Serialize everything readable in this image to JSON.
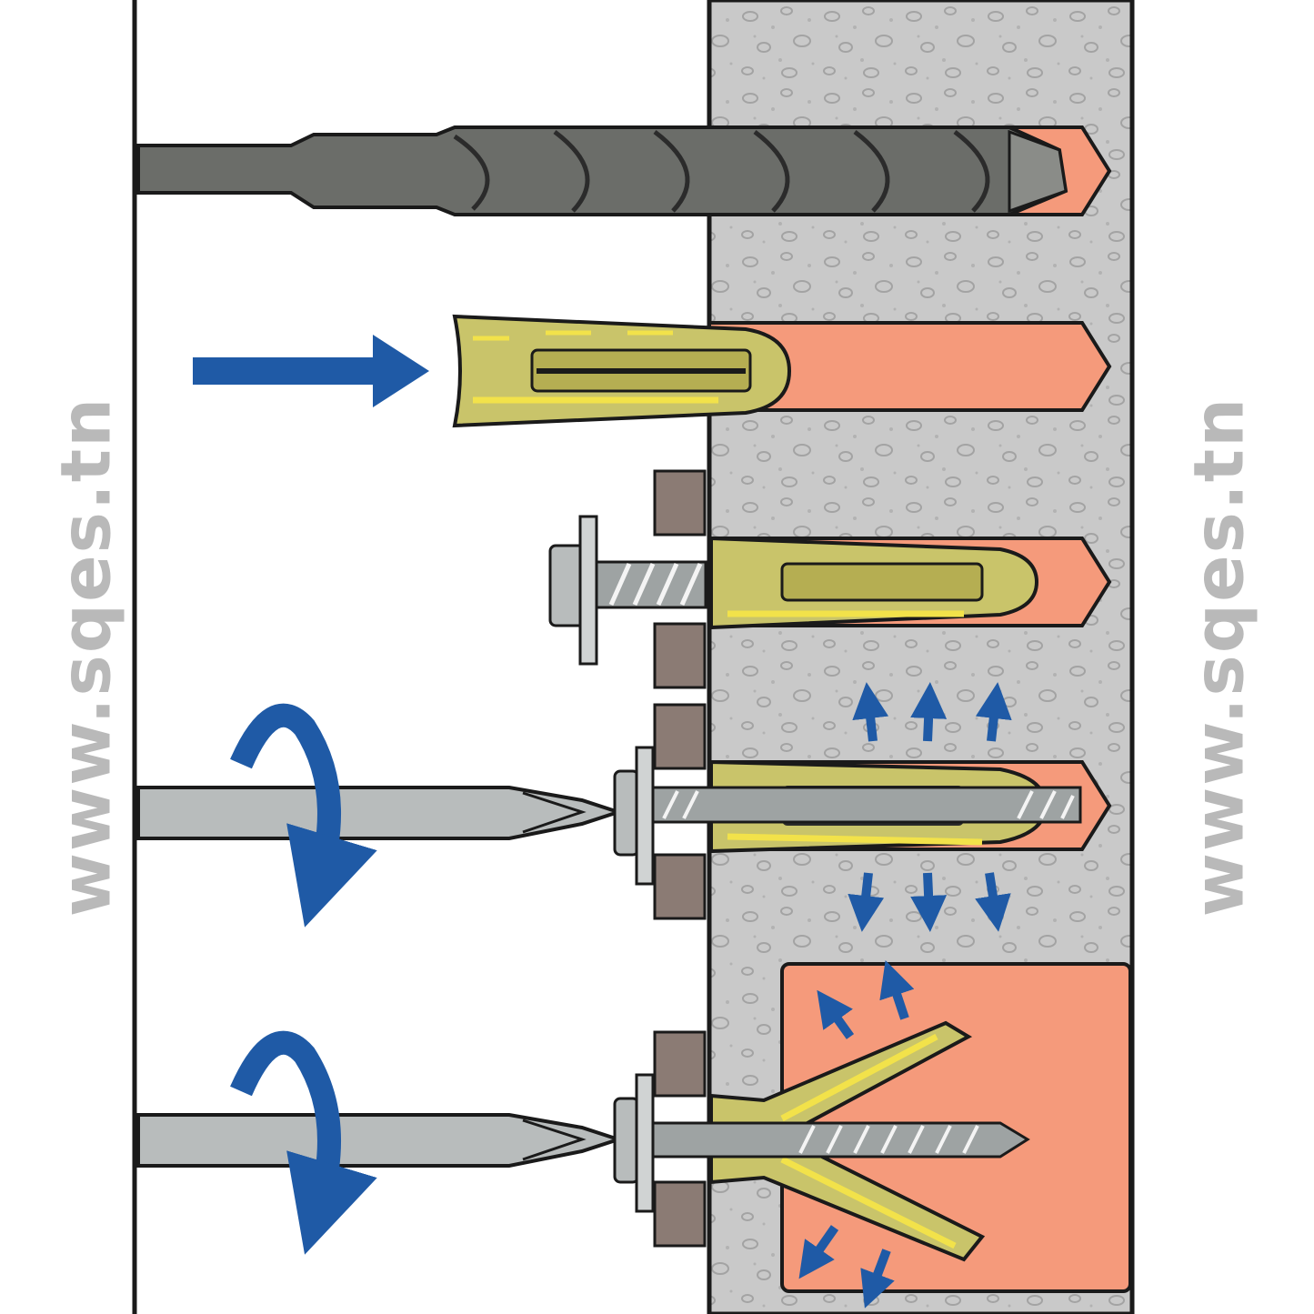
{
  "watermark": {
    "left_text": "www.sqes.tn",
    "right_text": "www.sqes.tn"
  },
  "colors": {
    "concrete": "#c9c9c9",
    "drill_hole": "#f59a7b",
    "plug": "#c9c46a",
    "plug_highlight": "#f2e24a",
    "arrow_blue": "#1f5aa6",
    "steel": "#9ea3a3",
    "drill_bit": "#6b6d69",
    "fixture": "#8b7b74",
    "outline": "#1a1a1a"
  },
  "steps": [
    {
      "id": "drill",
      "icon": "drill-bit-icon"
    },
    {
      "id": "insert-plug",
      "icon": "arrow-right-icon"
    },
    {
      "id": "place-screw",
      "icon": "screw-icon"
    },
    {
      "id": "tighten-solid",
      "icon": "rotate-icon"
    },
    {
      "id": "tighten-hollow",
      "icon": "rotate-icon"
    }
  ]
}
